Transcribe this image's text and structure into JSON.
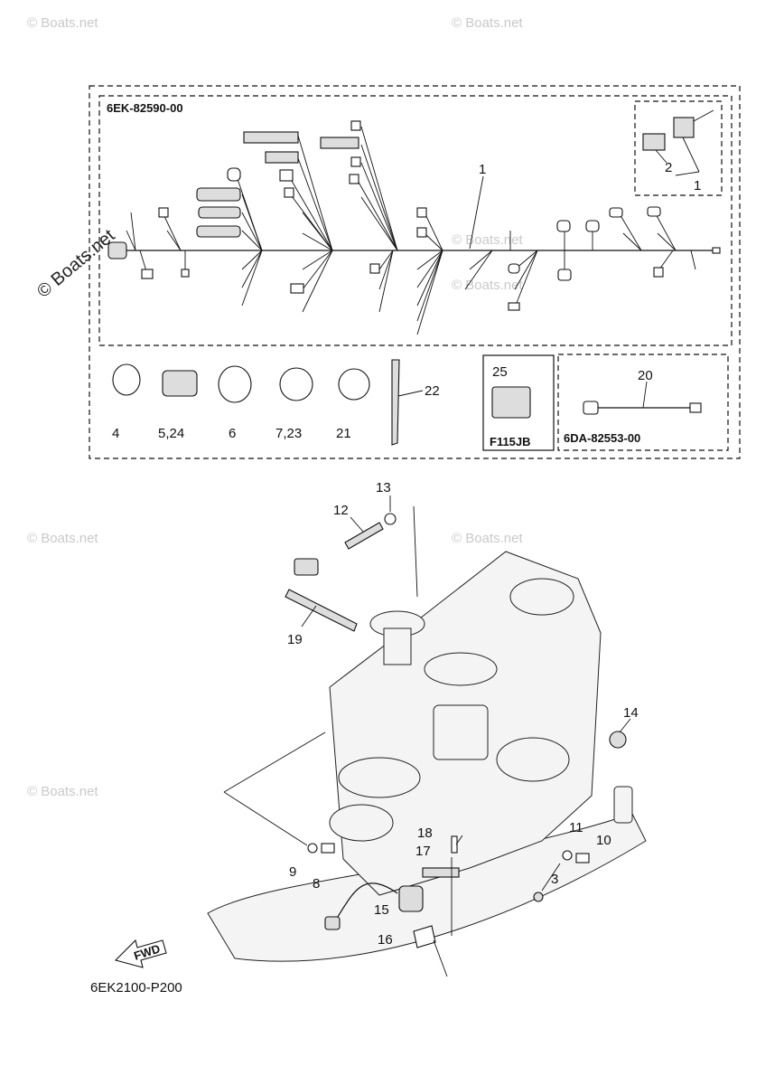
{
  "watermarks": {
    "main": "© Boats.net",
    "faint": "© Boats.net"
  },
  "codes": {
    "harness": "6EK-82590-00",
    "sub_harness": "6DA-82553-00",
    "model": "F115JB",
    "diagram_id": "6EK2100-P200"
  },
  "fwd_label": "FWD",
  "callouts": {
    "c1a": "1",
    "c1b": "1",
    "c2": "2",
    "c3": "3",
    "c4": "4",
    "c5_24": "5,24",
    "c6": "6",
    "c7_23": "7,23",
    "c8": "8",
    "c9": "9",
    "c10": "10",
    "c11": "11",
    "c12": "12",
    "c13": "13",
    "c14": "14",
    "c15": "15",
    "c16": "16",
    "c17": "17",
    "c18": "18",
    "c19": "19",
    "c20": "20",
    "c21": "21",
    "c22": "22",
    "c25": "25"
  }
}
